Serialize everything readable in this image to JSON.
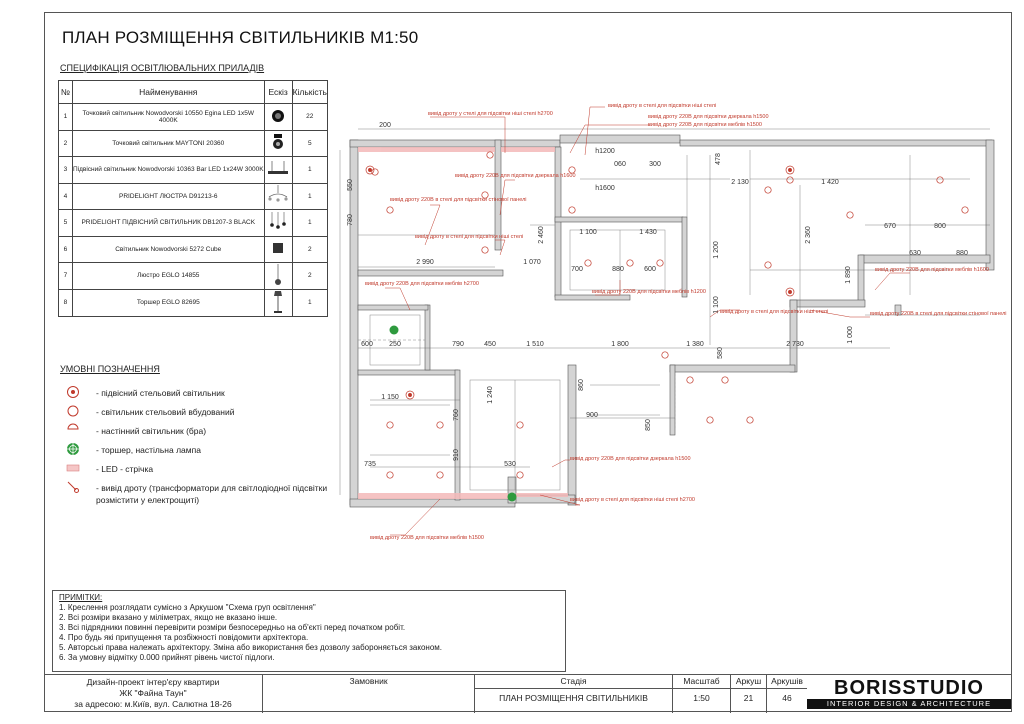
{
  "title": "ПЛАН РОЗМІЩЕННЯ СВІТИЛЬНИКІВ М1:50",
  "spec": {
    "heading": "СПЕЦИФІКАЦІЯ ОСВІТЛЮВАЛЬНИХ ПРИЛАДІВ",
    "columns": [
      "№",
      "Найменування",
      "Ескіз",
      "Кількість"
    ],
    "rows": [
      {
        "no": "1",
        "name": "Точковий світильник Nowodvorski 10550 Egina LED 1x5W 4000K",
        "qty": "22",
        "sketch": "spot-fixture-icon"
      },
      {
        "no": "2",
        "name": "Точковий світильник MAYTONI 20360",
        "qty": "5",
        "sketch": "spot-maytoni-icon"
      },
      {
        "no": "3",
        "name": "Підвісний світильник Nowodvorski 10363 Bar LED 1x24W 3000K",
        "qty": "1",
        "sketch": "bar-pendant-icon"
      },
      {
        "no": "4",
        "name": "PRIDELIGHT ЛЮСТРА D91213-6",
        "qty": "1",
        "sketch": "chandelier-icon"
      },
      {
        "no": "5",
        "name": "PRIDELIGHT ПІДВІСНИЙ СВІТИЛЬНИК DB1207-3 BLACK",
        "qty": "1",
        "sketch": "pendant-black-icon"
      },
      {
        "no": "6",
        "name": "Світильник Nowodvorski 5272 Cube",
        "qty": "2",
        "sketch": "cube-light-icon"
      },
      {
        "no": "7",
        "name": "Люстро EGLO 14855",
        "qty": "2",
        "sketch": "eglo-pendant-icon"
      },
      {
        "no": "8",
        "name": "Торшер EGLO 82695",
        "qty": "1",
        "sketch": "floor-lamp-icon"
      }
    ]
  },
  "legend": {
    "heading": "УМОВНІ ПОЗНАЧЕННЯ",
    "items": [
      {
        "symbol": "pendant-ceiling-symbol",
        "text": "- підвісний стельовий світильник"
      },
      {
        "symbol": "recessed-ceiling-symbol",
        "text": "- світильник стельовий вбудований"
      },
      {
        "symbol": "wall-sconce-symbol",
        "text": "- настінний світильник (бра)"
      },
      {
        "symbol": "floor-lamp-symbol",
        "text": "- торшер, настільна лампа"
      },
      {
        "symbol": "led-strip-symbol",
        "text": "- LED - стрічка"
      },
      {
        "symbol": "wire-outlet-symbol",
        "text": "- вивід дроту (трансформатори для світлодіодної підсвітки розмістити у електрощиті)"
      }
    ]
  },
  "notes": {
    "heading": "ПРИМІТКИ:",
    "items": [
      "1. Креслення розглядати сумісно з Аркушом \"Схема груп освітлення\"",
      "2. Всі розміри вказано у міліметрах, якщо не вказано інше.",
      "3. Всі підрядники повинні перевірити розміри безпосередньо на об'єкті перед початком робіт.",
      "4. Про будь які припущення та розбіжності повідомити архітектора.",
      "5. Авторські права належать архітектору. Зміна або використання без дозволу забороняється законом.",
      "6. За умовну відмітку 0.000 прийнят рівень чистої підлоги."
    ]
  },
  "titleblock": {
    "project_line1": "Дизайн-проект інтер'єру квартири",
    "project_line2": "ЖК \"Файна Таун\"",
    "project_line3": "за адресою: м.Київ, вул. Салютна 18-26",
    "client_label": "Замовник",
    "stage_label": "Стадія",
    "sheet_name": "ПЛАН РОЗМІЩЕННЯ СВІТИЛЬНИКІВ",
    "scale_label": "Масштаб",
    "scale_value": "1:50",
    "sheet_label": "Аркуш",
    "sheet_value": "21",
    "sheets_label": "Аркушів",
    "sheets_value": "46",
    "logo_big": "BORISSTUDIO",
    "logo_small": "INTERIOR DESIGN & ARCHITECTURE"
  },
  "plan": {
    "annotations": [
      "вивід дроту у стелі для підсвітки ніші стелі h2700",
      "вивід дроту в стелі для підсвітки ніші стелі",
      "вивід дроту 220В для підсвітки дзеркала h1500",
      "вивід дроту 220В для підсвітки меблів h1500",
      "вивід дроту 220В для підсвітки дзеркала h1600",
      "вивід дроту 220В в стелі для підсвітки стінової панелі",
      "вивід дроту в стелі для підсвітки ніші стелі",
      "вивід дроту 220В для підсвітки меблів h1200",
      "вивід дроту 220В для підсвітки меблів h2700",
      "вивід дроту 220В для підсвітки меблів h1600",
      "вивід дроту в стелі для підсвітки ніші стелі",
      "вивід дроту 220В в стелі для підсвітки стінової панелі",
      "вивід дроту 220В для підсвітки дзеркала h1500",
      "вивід дроту в стелі для підсвітки ніші стелі h2700",
      "вивід дроту 220В для підсвітки меблів h1500"
    ],
    "dims": [
      "200",
      "550",
      "780",
      "2 990",
      "1 070",
      "2 460",
      "1 100",
      "1 430",
      "700",
      "880",
      "600",
      "060",
      "300",
      "478",
      "2 130",
      "1 420",
      "670",
      "800",
      "630",
      "880",
      "2 360",
      "1 890",
      "1 200",
      "1 100",
      "600",
      "250",
      "790",
      "450",
      "1 510",
      "1 800",
      "1 380",
      "580",
      "2 730",
      "1 000",
      "1 150",
      "760",
      "910",
      "1 240",
      "860",
      "900",
      "850",
      "735",
      "530",
      "h1200",
      "h1600"
    ]
  }
}
